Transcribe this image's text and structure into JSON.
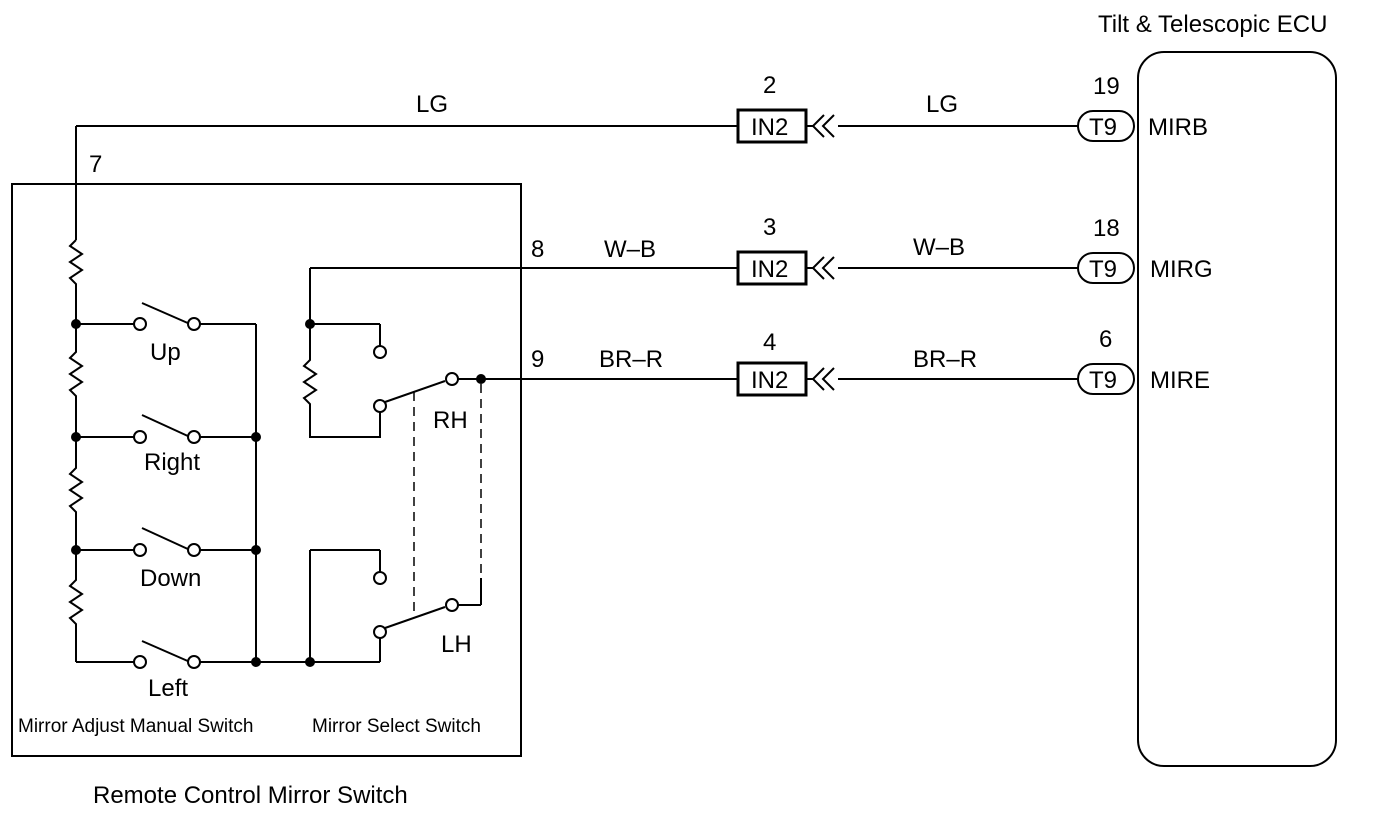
{
  "ecu": {
    "title": "Tilt & Telescopic ECU",
    "pins": [
      {
        "number": "19",
        "connector": "T9",
        "signal": "MIRB"
      },
      {
        "number": "18",
        "connector": "T9",
        "signal": "MIRG"
      },
      {
        "number": "6",
        "connector": "T9",
        "signal": "MIRE"
      }
    ]
  },
  "junctions": [
    {
      "number": "2",
      "label": "IN2"
    },
    {
      "number": "3",
      "label": "IN2"
    },
    {
      "number": "4",
      "label": "IN2"
    }
  ],
  "wires": [
    {
      "left_color": "LG",
      "right_color": "LG"
    },
    {
      "left_color": "W–B",
      "right_color": "W–B"
    },
    {
      "left_color": "BR–R",
      "right_color": "BR–R"
    }
  ],
  "switch_pins": {
    "pin7": "7",
    "pin8": "8",
    "pin9": "9"
  },
  "adjust_switch": {
    "buttons": [
      "Up",
      "Right",
      "Down",
      "Left"
    ],
    "caption": "Mirror Adjust Manual Switch"
  },
  "select_switch": {
    "positions": [
      "RH",
      "LH"
    ],
    "caption": "Mirror Select Switch"
  },
  "assembly_caption": "Remote Control Mirror Switch"
}
